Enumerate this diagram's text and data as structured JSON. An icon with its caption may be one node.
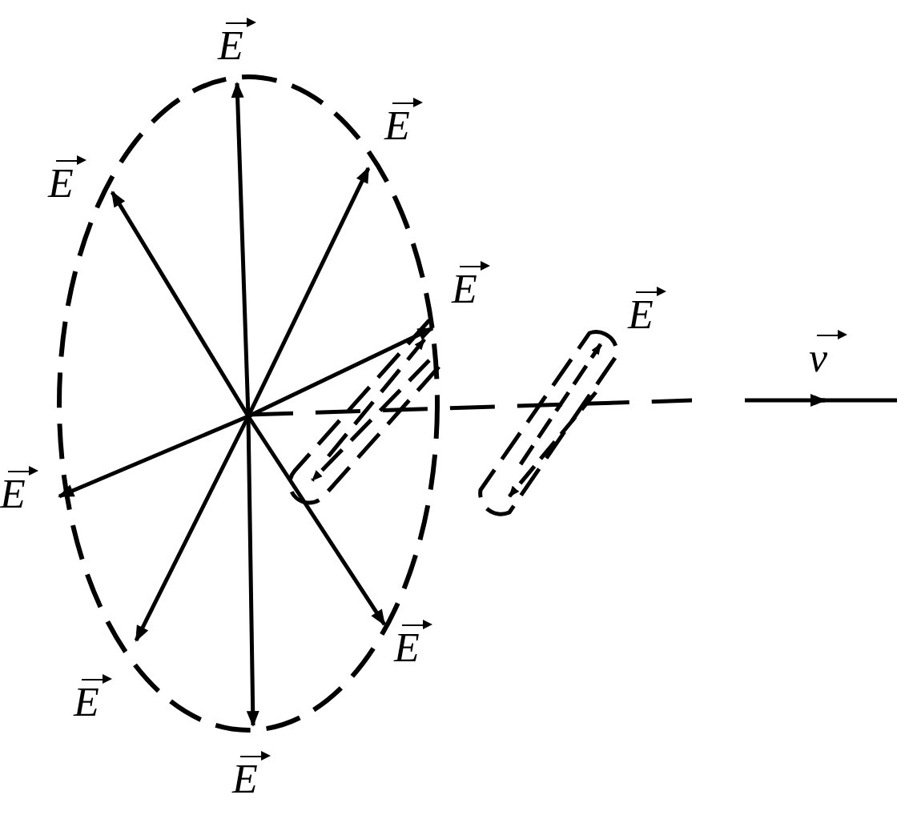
{
  "diagram": {
    "labels": [
      "E⃗",
      "E⃗",
      "E⃗",
      "E⃗",
      "E⃗",
      "v⃗",
      "E⃗",
      "E⃗",
      "E⃗",
      "E⃗"
    ]
  }
}
